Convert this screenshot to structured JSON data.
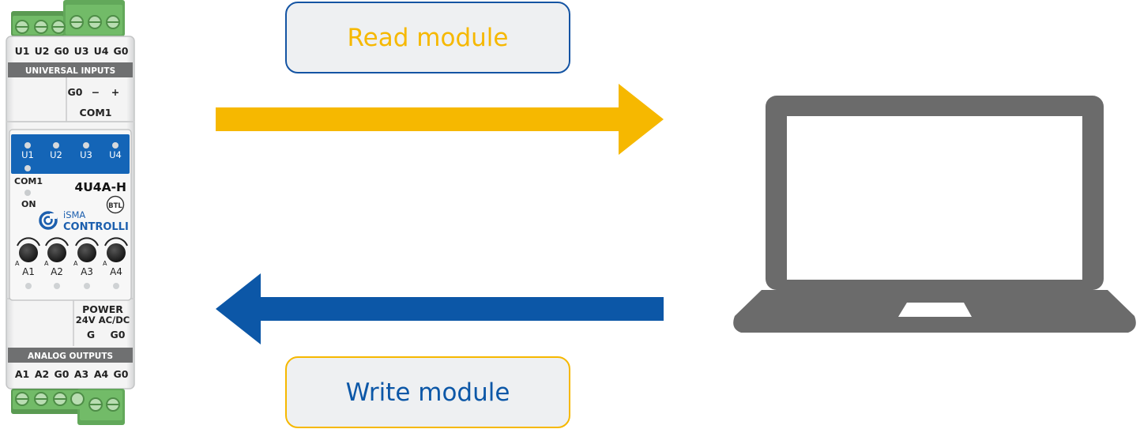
{
  "colors": {
    "accent_yellow": "#f6b800",
    "accent_blue": "#0c57a7",
    "laptop_gray": "#6b6b6b",
    "terminal_green": "#6fb865",
    "module_panel_blue": "#1465b7"
  },
  "actions": {
    "read": {
      "label": "Read module",
      "arrow_direction": "right"
    },
    "write": {
      "label": "Write module",
      "arrow_direction": "left"
    }
  },
  "module": {
    "top_terminals": [
      "U1",
      "U2",
      "G0",
      "U3",
      "U4",
      "G0"
    ],
    "top_header": "UNIVERSAL INPUTS",
    "com_terminals": [
      "G0",
      "−",
      "+"
    ],
    "com_label": "COM1",
    "leds": [
      "U1",
      "U2",
      "U3",
      "U4"
    ],
    "com_led": "COM1",
    "on_led": "ON",
    "model": "4U4A-H",
    "brand_line1": "iSMA",
    "brand_line2": "CONTROLLI",
    "cert_badge": "BTL",
    "knob_marker": "A",
    "knob_labels": [
      "A1",
      "A2",
      "A3",
      "A4"
    ],
    "power_title": "POWER",
    "power_spec": "24V AC/DC",
    "power_terminals": [
      "G",
      "G0"
    ],
    "bottom_header": "ANALOG OUTPUTS",
    "bottom_terminals": [
      "A1",
      "A2",
      "G0",
      "A3",
      "A4",
      "G0"
    ]
  },
  "laptop": {
    "icon": "laptop-icon"
  }
}
